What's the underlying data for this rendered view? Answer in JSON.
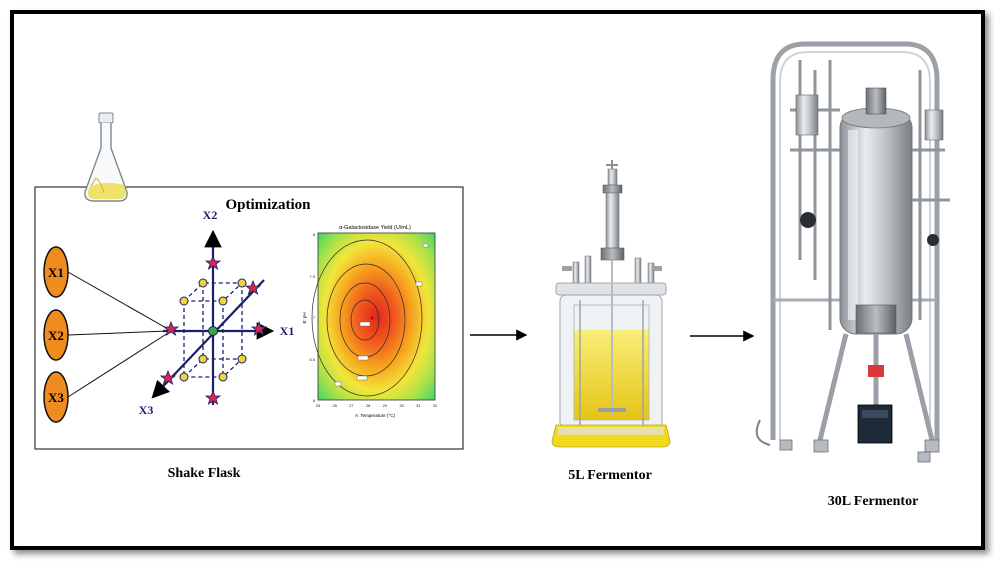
{
  "optimization_panel": {
    "title": "Optimization",
    "factors": [
      "X1",
      "X2",
      "X3"
    ],
    "axis_labels": {
      "vertical": "X2",
      "horizontal": "X1",
      "diagonal": "X3"
    },
    "contour_plot": {
      "title": "α-Galactosidase Yield  (U/mL)",
      "x_label": "A: Temperature (°C)",
      "y_label": "B: pH",
      "x_ticks": [
        "25",
        "26",
        "27",
        "28",
        "29",
        "30",
        "31",
        "32"
      ],
      "y_ticks": [
        "8",
        "7.5",
        "7",
        "6.5",
        "6"
      ]
    }
  },
  "stages": {
    "shake_flask": "Shake Flask",
    "fermentor_5l": "5L Fermentor",
    "fermentor_30l": "30L Fermentor"
  },
  "colors": {
    "factor_fill": "#f08c1e",
    "axis": "#1a1f6b",
    "star": "#d9264f",
    "dot": "#f2d33a",
    "center": "#3aa63a"
  }
}
